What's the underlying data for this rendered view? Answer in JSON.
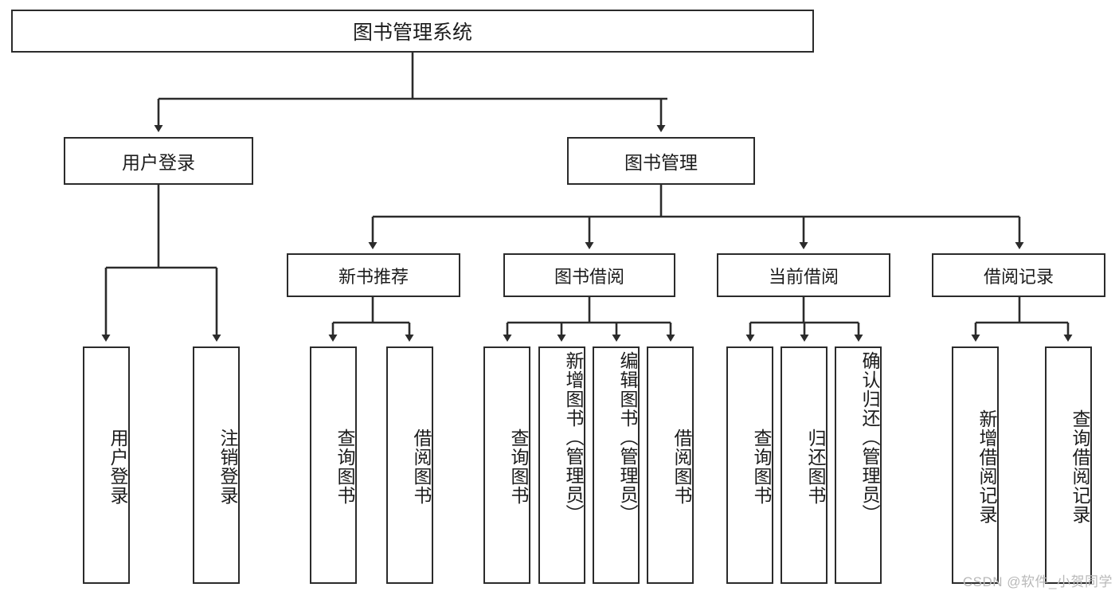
{
  "diagram": {
    "type": "tree-hierarchy",
    "title": "图书管理系统",
    "orientation": "top-down",
    "colors": {
      "box_border": "#2b2b2b",
      "box_fill": "#ffffff",
      "connector": "#2b2b2b",
      "text": "#1c1c1c",
      "watermark": "#b9b9b9",
      "background": "#ffffff"
    },
    "root": {
      "label": "图书管理系统"
    },
    "level1": [
      {
        "label": "用户登录"
      },
      {
        "label": "图书管理"
      }
    ],
    "level2": [
      {
        "label": "新书推荐"
      },
      {
        "label": "图书借阅"
      },
      {
        "label": "当前借阅"
      },
      {
        "label": "借阅记录"
      }
    ],
    "leaves": {
      "user_login": [
        {
          "label": "用户登录"
        },
        {
          "label": "注销登录"
        }
      ],
      "new_book_recommend": [
        {
          "label": "查询图书"
        },
        {
          "label": "借阅图书"
        }
      ],
      "book_borrow": [
        {
          "label": "查询图书"
        },
        {
          "label": "新增图书（管理员）"
        },
        {
          "label": "编辑图书（管理员）"
        },
        {
          "label": "借阅图书"
        }
      ],
      "current_borrow": [
        {
          "label": "查询图书"
        },
        {
          "label": "归还图书"
        },
        {
          "label": "确认归还（管理员）"
        }
      ],
      "borrow_record": [
        {
          "label": "新增借阅记录"
        },
        {
          "label": "查询借阅记录"
        }
      ]
    }
  },
  "watermark": {
    "text": "CSDN @软件_小贺同学"
  }
}
